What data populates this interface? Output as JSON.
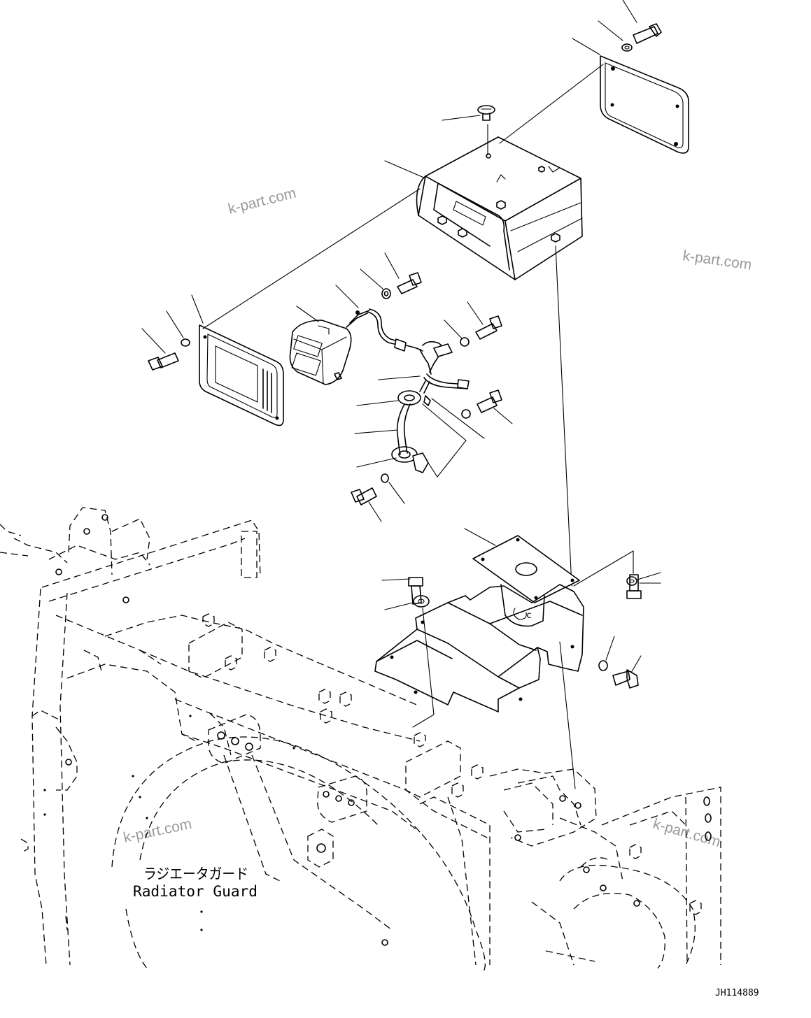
{
  "labels": {
    "radiator_guard_jp": "ラジエータガード",
    "radiator_guard_en": "Radiator Guard"
  },
  "drawing_code": "JH114889",
  "watermarks": [
    "k-part.com",
    "k-part.com",
    "k-part.com",
    "k-part.com"
  ]
}
